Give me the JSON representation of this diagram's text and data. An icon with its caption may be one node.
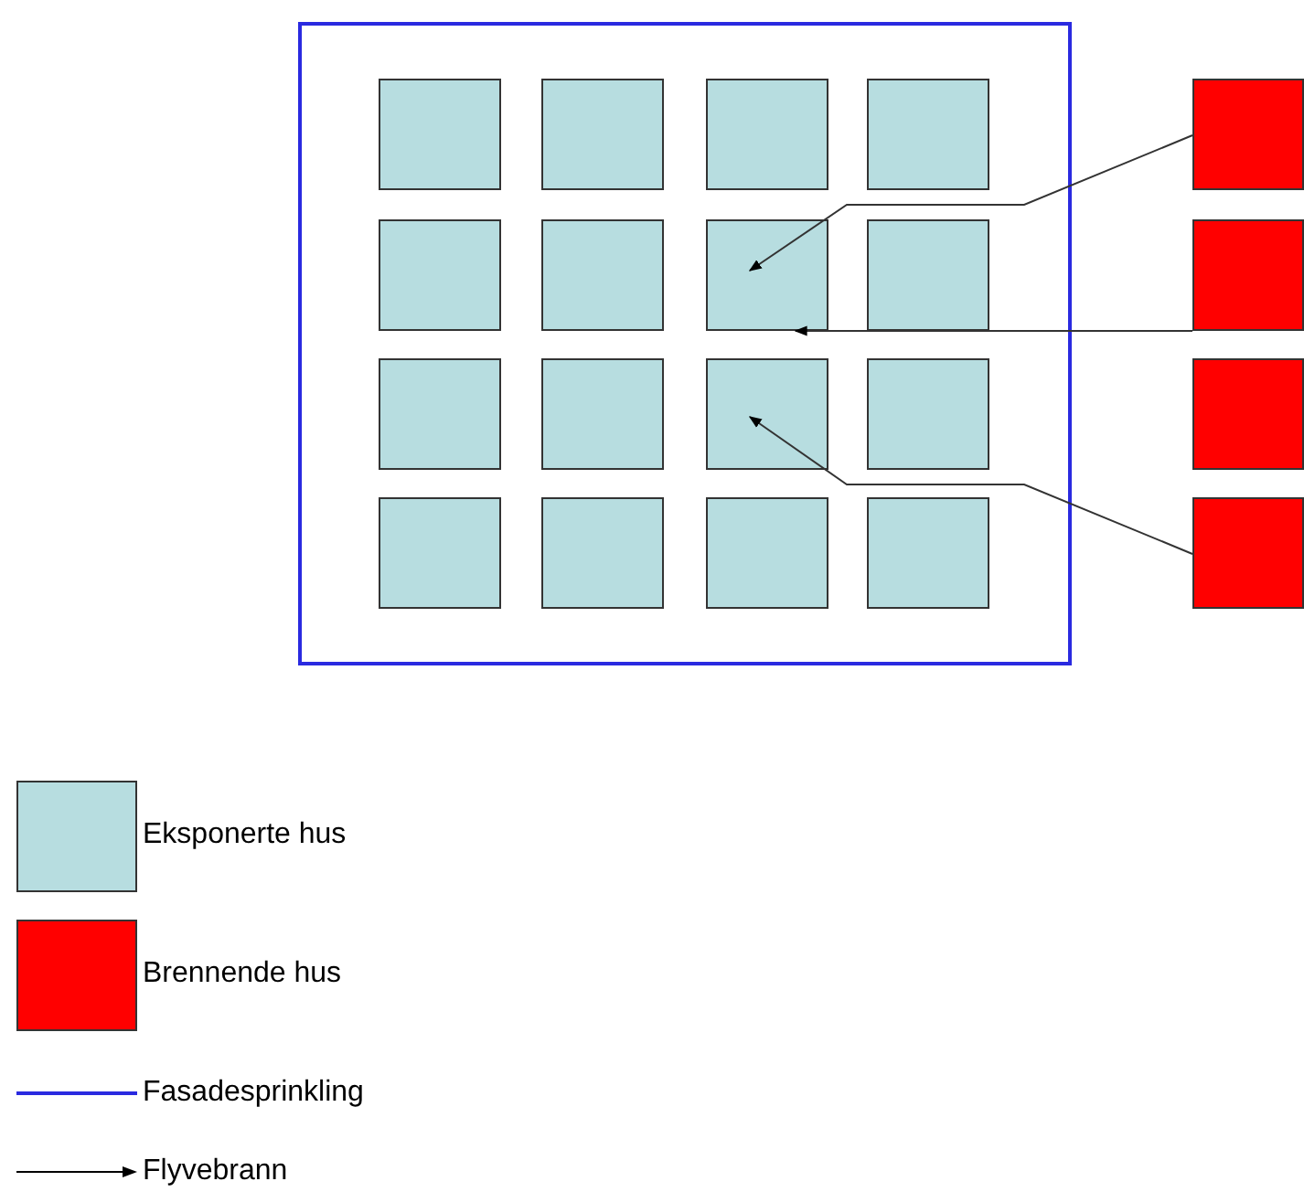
{
  "diagram": {
    "nodes": [
      {
        "text": [],
        "shape": "box"
      },
      {
        "text": [],
        "shape": "box",
        "in": 0
      },
      {
        "text": [],
        "shape": "box",
        "in": 0
      },
      {
        "text": [],
        "shape": "box",
        "in": 0
      },
      {
        "text": [],
        "shape": "box",
        "in": 0
      },
      {
        "text": [],
        "shape": "box",
        "in": 0
      },
      {
        "text": [],
        "shape": "box",
        "in": 0
      },
      {
        "text": [],
        "shape": "box",
        "in": 0
      },
      {
        "text": [],
        "shape": "box",
        "in": 0
      },
      {
        "text": [],
        "shape": "box",
        "in": 0
      },
      {
        "text": [],
        "shape": "box",
        "in": 0
      },
      {
        "text": [],
        "shape": "box",
        "in": 0
      },
      {
        "text": [],
        "shape": "box",
        "in": 0
      },
      {
        "text": [],
        "shape": "box",
        "in": 0
      },
      {
        "text": [],
        "shape": "box",
        "in": 0
      },
      {
        "text": [],
        "shape": "box",
        "in": 0
      },
      {
        "text": [],
        "shape": "box",
        "in": 0
      },
      {
        "text": [],
        "shape": "box"
      },
      {
        "text": [],
        "shape": "box"
      },
      {
        "text": [],
        "shape": "box"
      },
      {
        "text": [],
        "shape": "box"
      }
    ],
    "edges": [
      {
        "from": 17,
        "to": 7,
        "arrow": "to"
      },
      {
        "from": 18,
        "to": 7,
        "arrow": "to"
      },
      {
        "from": 20,
        "to": 11,
        "arrow": "to"
      }
    ],
    "legend": [
      {
        "text": "Eksponerte hus",
        "color": "#b7dde0"
      },
      {
        "text": "Brennende hus",
        "color": "#ff0000"
      },
      {
        "text": "Fasadesprinkling"
      },
      {
        "text": "Flyvebrann"
      }
    ]
  }
}
